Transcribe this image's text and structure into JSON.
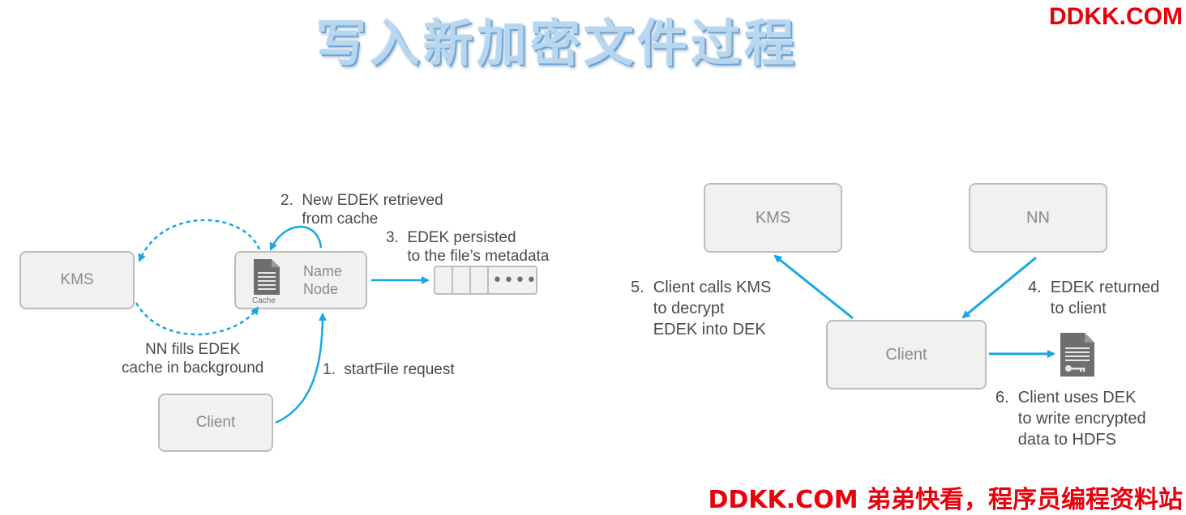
{
  "title": "写入新加密文件过程",
  "brand": "DDKK.COM",
  "footer": "DDKK.COM 弟弟快看，程序员编程资料站",
  "left": {
    "kms": "KMS",
    "namenode": "Name\nNode",
    "cache": "Cache",
    "client": "Client",
    "step2": "2.  New EDEK retrieved\n     from cache",
    "step3": "3.  EDEK persisted\n     to the file’s metadata",
    "fill": "NN fills EDEK\ncache in background",
    "step1": "1.  startFile request"
  },
  "right": {
    "kms": "KMS",
    "nn": "NN",
    "client": "Client",
    "step5": "5.  Client calls KMS\n     to decrypt\n     EDEK into DEK",
    "step4": "4.  EDEK returned\n     to client",
    "step6": "6.  Client uses DEK\n     to write encrypted\n     data to HDFS"
  },
  "colors": {
    "arrow": "#1aa6e3",
    "box_border": "#bdbdbd",
    "brand": "#e8000b"
  }
}
